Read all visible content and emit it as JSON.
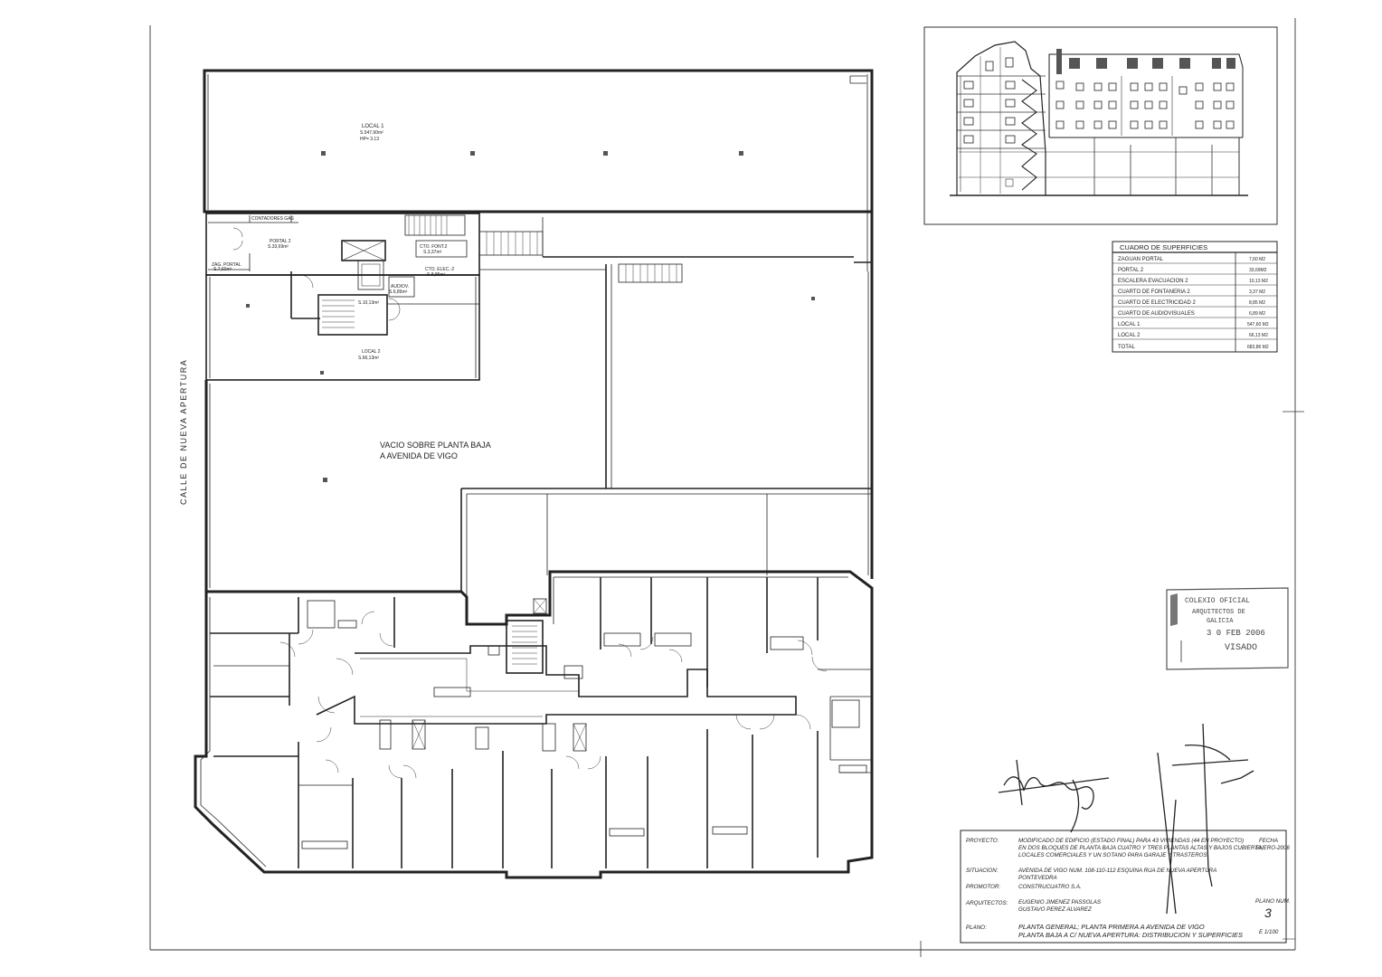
{
  "plan": {
    "street_label": "CALLE DE NUEVA APERTURA",
    "main_void_label_1": "VACIO SOBRE PLANTA BAJA",
    "main_void_label_2": "A AVENIDA DE VIGO",
    "rooms": {
      "local1_name": "LOCAL 1",
      "local1_area": "S.547,60m²",
      "local1_height": "HP= 3.13",
      "contadores_gas": "CONTADORES GAS",
      "portal2_name": "PORTAL 2",
      "portal2_area": "S.33,69m²",
      "zag_portal_name": "ZAG. PORTAL",
      "zag_portal_area": "S.7,60m²",
      "cto_font_name": "CTO. FONT.2",
      "cto_font_area": "S.3,37m²",
      "cto_elec_name": "CTO. ELEC.-2",
      "cto_elec_area": "S.8,85m²",
      "audiov_name": "AUDIOV.",
      "audiov_area": "S.6,89m²",
      "escalera_area": "S.10,13m²",
      "local2_name": "LOCAL 2",
      "local2_area": "S.66,13m²"
    }
  },
  "surfaces": {
    "title": "CUADRO DE SUPERFICIES",
    "rows": [
      {
        "name": "ZAGUAN PORTAL",
        "value": "7,60 M2"
      },
      {
        "name": "PORTAL 2",
        "value": "33,69M2"
      },
      {
        "name": "ESCALERA EVACUACION 2",
        "value": "10,13 M2"
      },
      {
        "name": "CUARTO DE FONTANERIA 2",
        "value": "3,37 M2"
      },
      {
        "name": "CUARTO DE ELECTRICIDAD 2",
        "value": "8,85 M2"
      },
      {
        "name": "CUARTO DE AUDIOVISUALES",
        "value": "6,89 M2"
      },
      {
        "name": "LOCAL 1",
        "value": "547,60 M2"
      },
      {
        "name": "LOCAL 2",
        "value": "66,13 M2"
      },
      {
        "name": "TOTAL",
        "value": "683,86 M2"
      }
    ]
  },
  "stamp": {
    "line1": "COLEXIO OFICIAL",
    "line2": "ARQUITECTOS DE",
    "line3": "GALICIA",
    "date": "3 0 FEB 2006",
    "visado": "VISADO"
  },
  "title_block": {
    "proyecto_label": "PROYECTO:",
    "proyecto_line1": "MODIFICADO DE EDIFICIO (ESTADO FINAL) PARA 43 VIVIENDAS (44 EN PROYECTO)",
    "proyecto_line2": "EN DOS BLOQUES DE PLANTA BAJA CUATRO Y TRES PLANTAS ALTAS Y BAJOS CUBIERTA,",
    "proyecto_line3": "LOCALES COMERCIALES Y UN SOTANO PARA GARAJE Y TRASTEROS",
    "fecha_label": "FECHA",
    "fecha_value": "ENERO-2006",
    "situacion_label": "SITUACION:",
    "situacion_line1": "AVENIDA DE VIGO NUM. 108-110-112 ESQUINA RUA DE NUEVA APERTURA",
    "situacion_line2": "PONTEVEDRA",
    "promotor_label": "PROMOTOR:",
    "promotor_value": "CONSTRUCUATRO S.A.",
    "arquitectos_label": "ARQUITECTOS:",
    "arquitecto1": "EUGENIO JIMENEZ PASSOLAS",
    "arquitecto2": "GUSTAVO PEREZ ALVAREZ",
    "plano_num_label": "PLANO NUM.",
    "plano_num_value": "3",
    "plano_label": "PLANO:",
    "plano_line1": "PLANTA GENERAL; PLANTA PRIMERA A AVENIDA DE VIGO",
    "plano_line2": "PLANTA BAJA A C/ NUEVA APERTURA: DISTRIBUCION Y SUPERFICIES",
    "escala": "E 1/100"
  }
}
